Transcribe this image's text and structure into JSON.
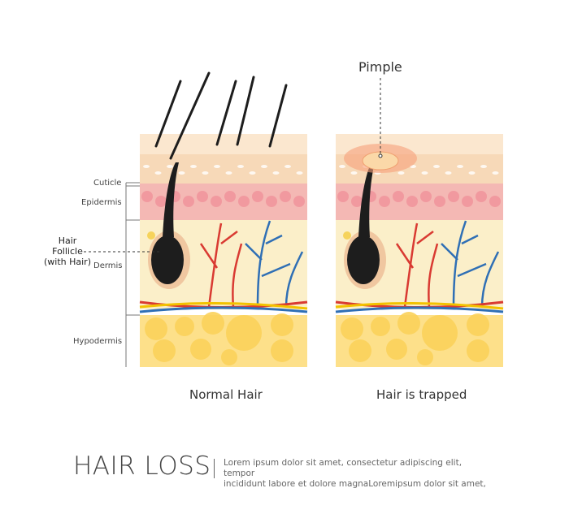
{
  "labels": {
    "cuticle": "Cuticle",
    "epidermis": "Epidermis",
    "hair_follicle": [
      "Hair",
      "Follicle",
      "(with Hair)"
    ],
    "dermis": "Dermis",
    "hypodermis": "Hypodermis",
    "pimple": "Pimple"
  },
  "captions": {
    "left": "Normal Hair",
    "right": "Hair is trapped"
  },
  "footer": {
    "title": "HAIR LOSS",
    "description_line1": "Lorem ipsum dolor sit amet, consectetur adipiscing elit, tempor",
    "description_line2": "incididunt labore et dolore magnaLoremipsum dolor sit amet,"
  },
  "colors": {
    "cuticle": "#f7d9b8",
    "epidermis": "#f4b8b4",
    "dermis": "#fbefc9",
    "hypodermis": "#fde08a",
    "artery": "#d93a32",
    "vein": "#2f6fb5",
    "hair": "#1d1d1d"
  }
}
